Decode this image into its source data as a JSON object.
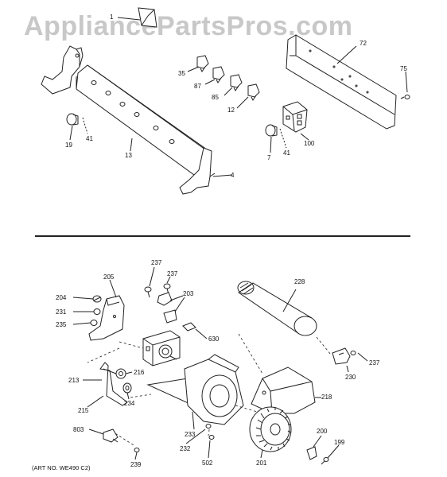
{
  "watermark": "AppliancePartsPros.com",
  "art_number": "(ART NO. WE490 C2)",
  "part_labels": {
    "p1": "1",
    "p72": "72",
    "p75": "75",
    "p35": "35",
    "p87": "87",
    "p85": "85",
    "p12": "12",
    "p100": "100",
    "p7": "7",
    "p41a": "41",
    "p41b": "41",
    "p19": "19",
    "p13": "13",
    "p4": "4",
    "p237a": "237",
    "p237b": "237",
    "p237c": "237",
    "p205": "205",
    "p204": "204",
    "p231": "231",
    "p235": "235",
    "p203": "203",
    "p228": "228",
    "p630": "630",
    "p213": "213",
    "p216": "216",
    "p234": "234",
    "p215": "215",
    "p230": "230",
    "p218": "218",
    "p803": "803",
    "p233": "233",
    "p232": "232",
    "p200": "200",
    "p199": "199",
    "p239": "239",
    "p502": "502",
    "p201": "201"
  }
}
